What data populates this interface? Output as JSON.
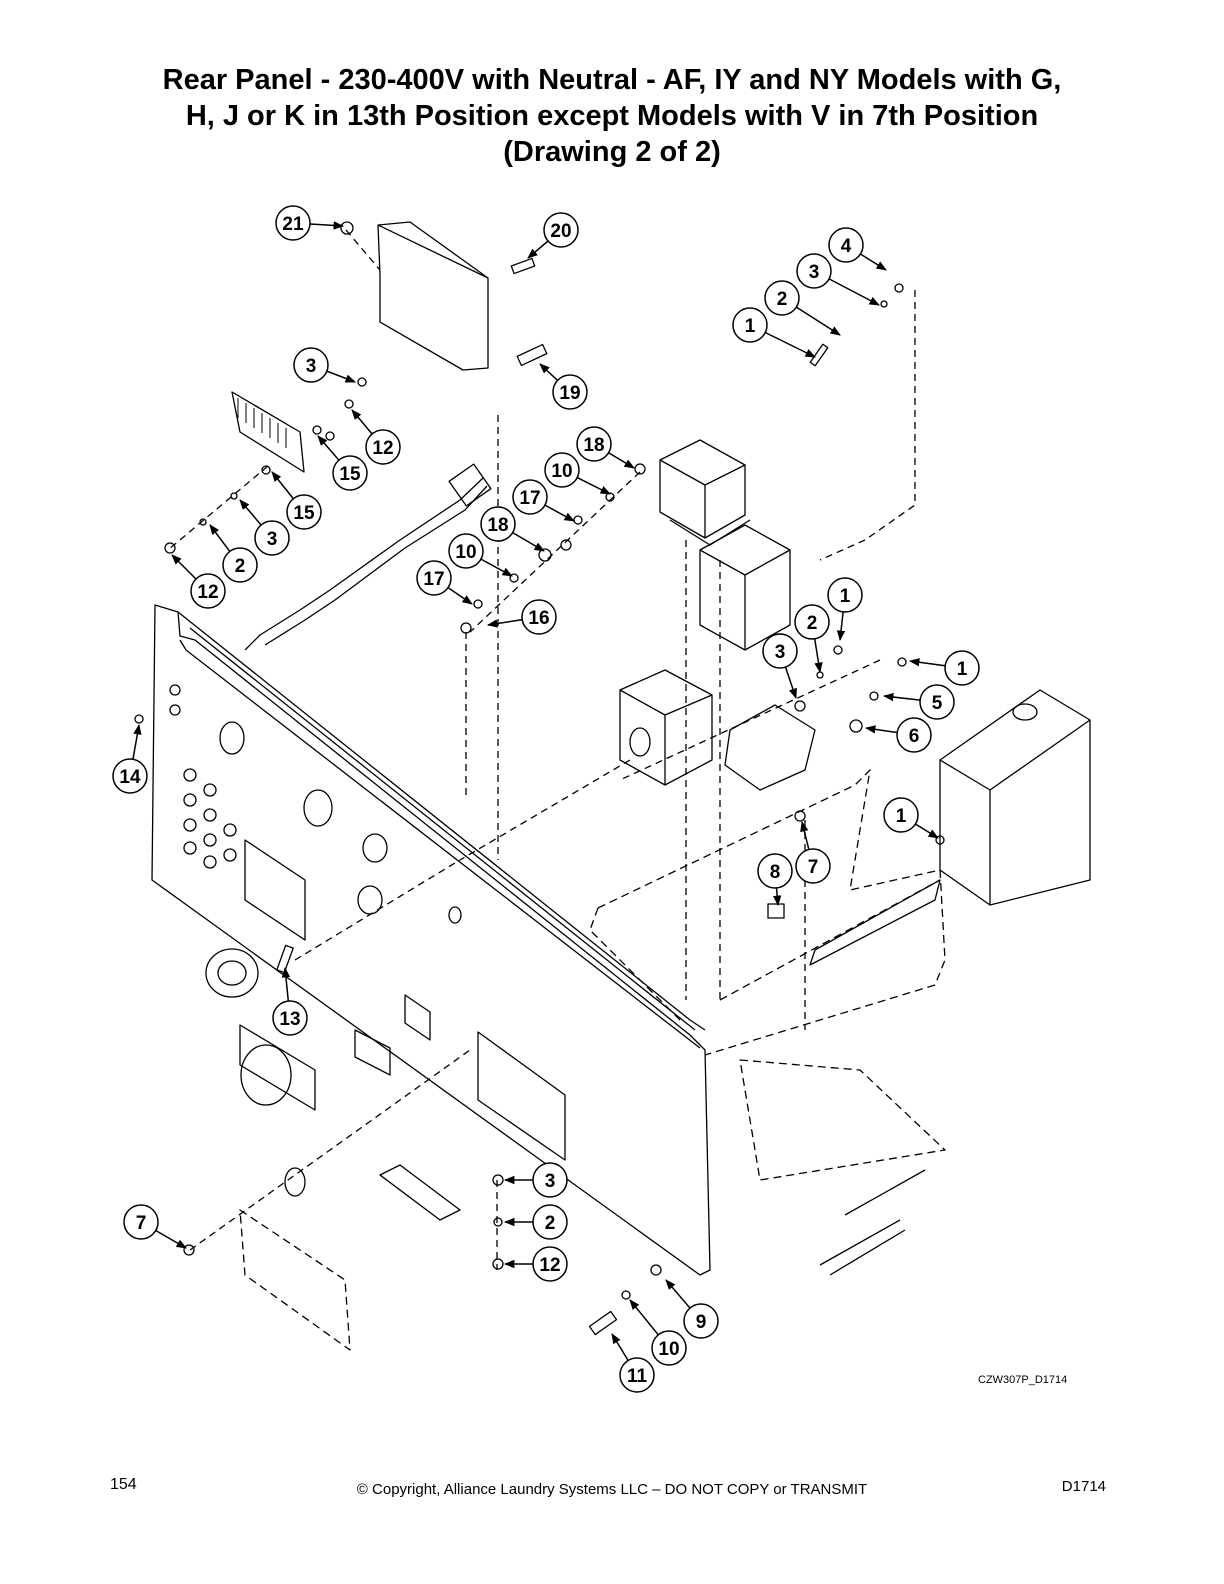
{
  "title": {
    "line1": "Rear Panel - 230-400V with Neutral - AF, IY and NY Models with G,",
    "line2": "H, J or K in 13th Position except Models with V in 7th Position",
    "line3": "(Drawing 2 of 2)"
  },
  "drawing_ref": "CZW307P_D1714",
  "footer": {
    "page_number": "154",
    "copyright": "© Copyright, Alliance Laundry Systems LLC – DO NOT COPY or TRANSMIT",
    "doc_id": "D1714"
  },
  "callouts": [
    "21",
    "20",
    "4",
    "3",
    "2",
    "1",
    "19",
    "3",
    "12",
    "15",
    "15",
    "3",
    "2",
    "12",
    "18",
    "10",
    "17",
    "18",
    "10",
    "17",
    "16",
    "1",
    "2",
    "3",
    "1",
    "5",
    "6",
    "14",
    "1",
    "7",
    "8",
    "13",
    "3",
    "2",
    "12",
    "7",
    "9",
    "10",
    "11"
  ],
  "colors": {
    "line": "#000000",
    "background": "#ffffff"
  }
}
